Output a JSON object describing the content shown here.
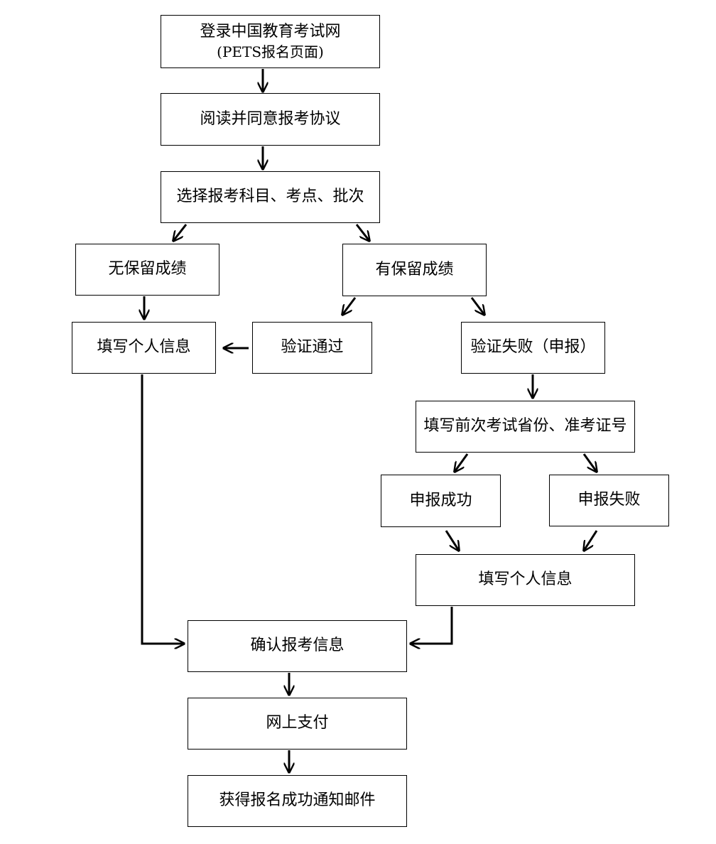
{
  "flowchart": {
    "nodes": {
      "login": {
        "label": "登录中国教育考试网",
        "sub": "(PETS报名页面)"
      },
      "agree": {
        "label": "阅读并同意报考协议"
      },
      "select": {
        "label": "选择报考科目、考点、批次"
      },
      "no_retain": {
        "label": "无保留成绩"
      },
      "has_retain": {
        "label": "有保留成绩"
      },
      "fill_info_left": {
        "label": "填写个人信息"
      },
      "verify_pass": {
        "label": "验证通过"
      },
      "verify_fail": {
        "label": "验证失败（申报）"
      },
      "fill_prev": {
        "label": "填写前次考试省份、准考证号"
      },
      "declare_ok": {
        "label": "申报成功"
      },
      "declare_fail": {
        "label": "申报失败"
      },
      "fill_info_right": {
        "label": "填写个人信息"
      },
      "confirm": {
        "label": "确认报考信息"
      },
      "pay": {
        "label": "网上支付"
      },
      "notify": {
        "label": "获得报名成功通知邮件"
      }
    },
    "edges": [
      {
        "from": "login",
        "to": "agree"
      },
      {
        "from": "agree",
        "to": "select"
      },
      {
        "from": "select",
        "to": "no_retain"
      },
      {
        "from": "select",
        "to": "has_retain"
      },
      {
        "from": "no_retain",
        "to": "fill_info_left"
      },
      {
        "from": "has_retain",
        "to": "verify_pass"
      },
      {
        "from": "has_retain",
        "to": "verify_fail"
      },
      {
        "from": "verify_pass",
        "to": "fill_info_left"
      },
      {
        "from": "verify_fail",
        "to": "fill_prev"
      },
      {
        "from": "fill_prev",
        "to": "declare_ok"
      },
      {
        "from": "fill_prev",
        "to": "declare_fail"
      },
      {
        "from": "declare_ok",
        "to": "fill_info_right"
      },
      {
        "from": "declare_fail",
        "to": "fill_info_right"
      },
      {
        "from": "fill_info_left",
        "to": "confirm"
      },
      {
        "from": "fill_info_right",
        "to": "confirm"
      },
      {
        "from": "confirm",
        "to": "pay"
      },
      {
        "from": "pay",
        "to": "notify"
      }
    ]
  }
}
